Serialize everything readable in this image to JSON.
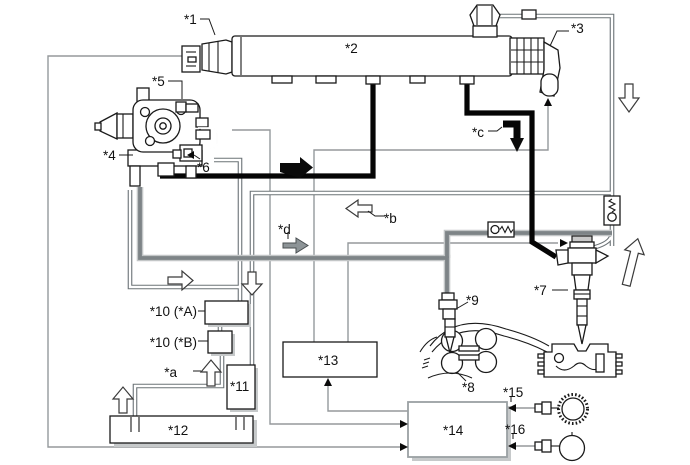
{
  "diagram": {
    "type": "fuel-system-schematic",
    "callouts": {
      "n1": "*1",
      "n2": "*2",
      "n3": "*3",
      "n4": "*4",
      "n5": "*5",
      "n6": "*6",
      "n7": "*7",
      "n8": "*8",
      "n9": "*9",
      "n10a": "*10 (*A)",
      "n10b": "*10 (*B)",
      "n11": "*11",
      "n12": "*12",
      "n13": "*13",
      "n14": "*14",
      "n15": "*15",
      "n16": "*16",
      "fa": "*a",
      "fb": "*b",
      "fc": "*c",
      "fd": "*d"
    },
    "colors": {
      "background": "#ffffff",
      "line_art": "#1a1a1a",
      "high_pressure_line": "#050505",
      "return_pipe": "#6b7276",
      "fuel_addition_line": "#7e8487",
      "wire": "#95999c",
      "flow_arrow_gray": "#8d9497",
      "box_shadow": "#c6c9ca"
    }
  }
}
